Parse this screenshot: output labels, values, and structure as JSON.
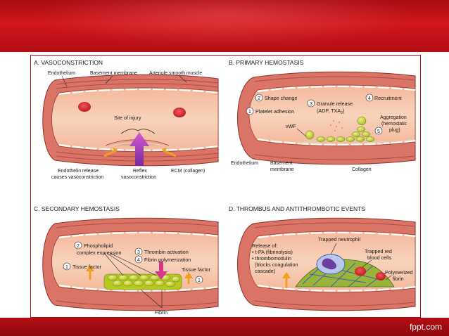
{
  "brand": {
    "text": "fppt.com"
  },
  "colors": {
    "band": "#c8131a",
    "vessel_lumen": "#f6c5a7",
    "vessel_wall": "#c9625a",
    "platelet": "#c5d93a",
    "rbc": "#d7262b"
  },
  "panels": {
    "a": {
      "title": "A. VASOCONSTRICTION",
      "labels": {
        "endothelium": "Endothelium",
        "basement_membrane": "Basement membrane",
        "arteriole": "Arteriole smooth muscle",
        "site_injury": "Site of injury",
        "endothelin_1": "Endothelin release",
        "endothelin_2": "causes vasoconstriction",
        "reflex_1": "Reflex",
        "reflex_2": "vasoconstriction",
        "ecm": "ECM (collagen)"
      }
    },
    "b": {
      "title": "B. PRIMARY HEMOSTASIS",
      "labels": {
        "n1": "1",
        "platelet_adhesion": "Platelet adhesion",
        "n2": "2",
        "shape_change": "Shape change",
        "n3": "3",
        "granule_1": "Granule release",
        "granule_2": "(ADP, TXA",
        "granule_sub": "2",
        "granule_close": ")",
        "n4": "4",
        "recruitment": "Recruitment",
        "vwf": "vWF",
        "aggregation_1": "Aggregation",
        "aggregation_2": "(hemostatic",
        "aggregation_3": "plug)",
        "n5": "5",
        "endothelium": "Endothelium",
        "basement_1": "Basement",
        "basement_2": "membrane",
        "collagen": "Collagen"
      }
    },
    "c": {
      "title": "C. SECONDARY HEMOSTASIS",
      "labels": {
        "n2": "2",
        "phospholipid_1": "Phospholipid",
        "phospholipid_2": "complex expression",
        "n3": "3",
        "thrombin": "Thrombin activation",
        "n4": "4",
        "fibrin_poly": "Fibrin polymerization",
        "n1": "1",
        "tissue_factor_left": "Tissue factor",
        "tissue_factor_right": "Tissue factor",
        "n1b": "1",
        "fibrin": "Fibrin"
      }
    },
    "d": {
      "title": "D. THROMBUS AND ANTITHROMBOTIC EVENTS",
      "labels": {
        "release": "Release of:",
        "tpa": "• t-PA (fibrinolysis)",
        "thrombomodulin": "• thrombomodulin",
        "blocks_1": "(blocks coagulation",
        "blocks_2": "cascade)",
        "neutrophil": "Trapped neutrophil",
        "red_1": "Trapped red",
        "red_2": "blood cells",
        "poly_1": "Polymerized",
        "poly_2": "fibrin"
      }
    }
  }
}
